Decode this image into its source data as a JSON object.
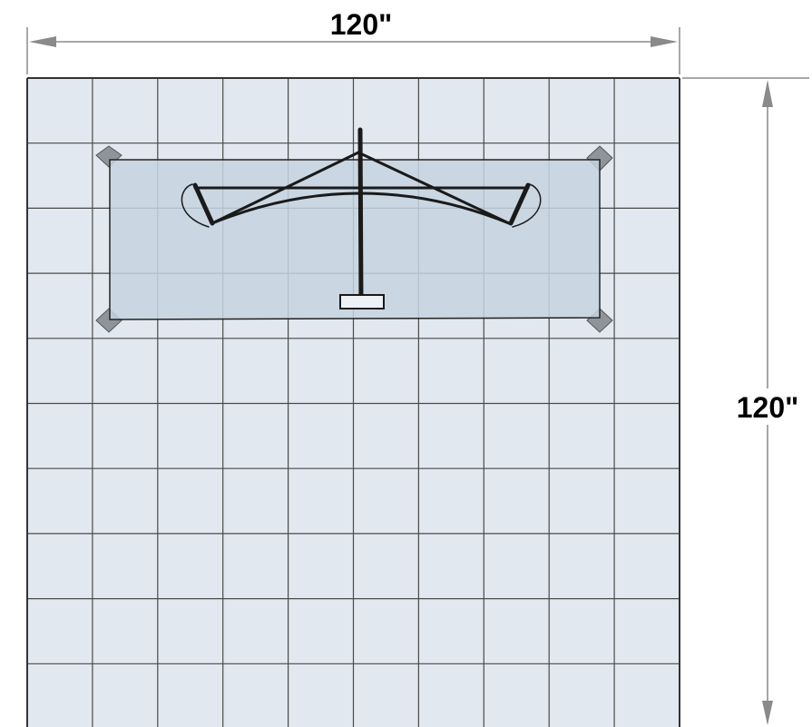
{
  "dimensions": {
    "width_label": "120\"",
    "height_label": "120\""
  },
  "floor": {
    "grid_columns": 10,
    "grid_rows": 10,
    "tile_color": "#e1e8ef",
    "grid_line_color": "#4a4a4a",
    "border_color": "#333333"
  },
  "booth": {
    "panel_color": "#c5d3e0",
    "panel_border_color": "#222222",
    "frame_color": "#1a1a1a",
    "corner_foot_color": "#8e949a"
  },
  "dimension_line_color": "#8a8a8a"
}
